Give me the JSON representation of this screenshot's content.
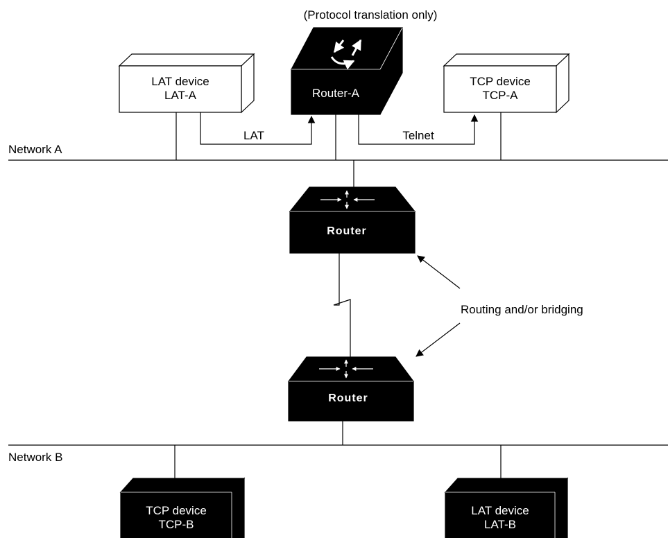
{
  "caption": "(Protocol translation only)",
  "networks": {
    "a": "Network A",
    "b": "Network B"
  },
  "devices": {
    "lat_a": {
      "line1": "LAT device",
      "line2": "LAT-A"
    },
    "router_a": {
      "label": "Router-A"
    },
    "tcp_a": {
      "line1": "TCP device",
      "line2": "TCP-A"
    },
    "router_top": {
      "label": "Router"
    },
    "router_bottom": {
      "label": "Router"
    },
    "tcp_b": {
      "line1": "TCP device",
      "line2": "TCP-B"
    },
    "lat_b": {
      "line1": "LAT device",
      "line2": "LAT-B"
    }
  },
  "links": {
    "lat": "LAT",
    "telnet": "Telnet"
  },
  "annotation": "Routing and/or bridging",
  "colors": {
    "ink": "#000000",
    "paper": "#ffffff"
  },
  "icons": {
    "router_a": "protocol-translation-arrows-icon",
    "router": "router-arrows-icon"
  }
}
